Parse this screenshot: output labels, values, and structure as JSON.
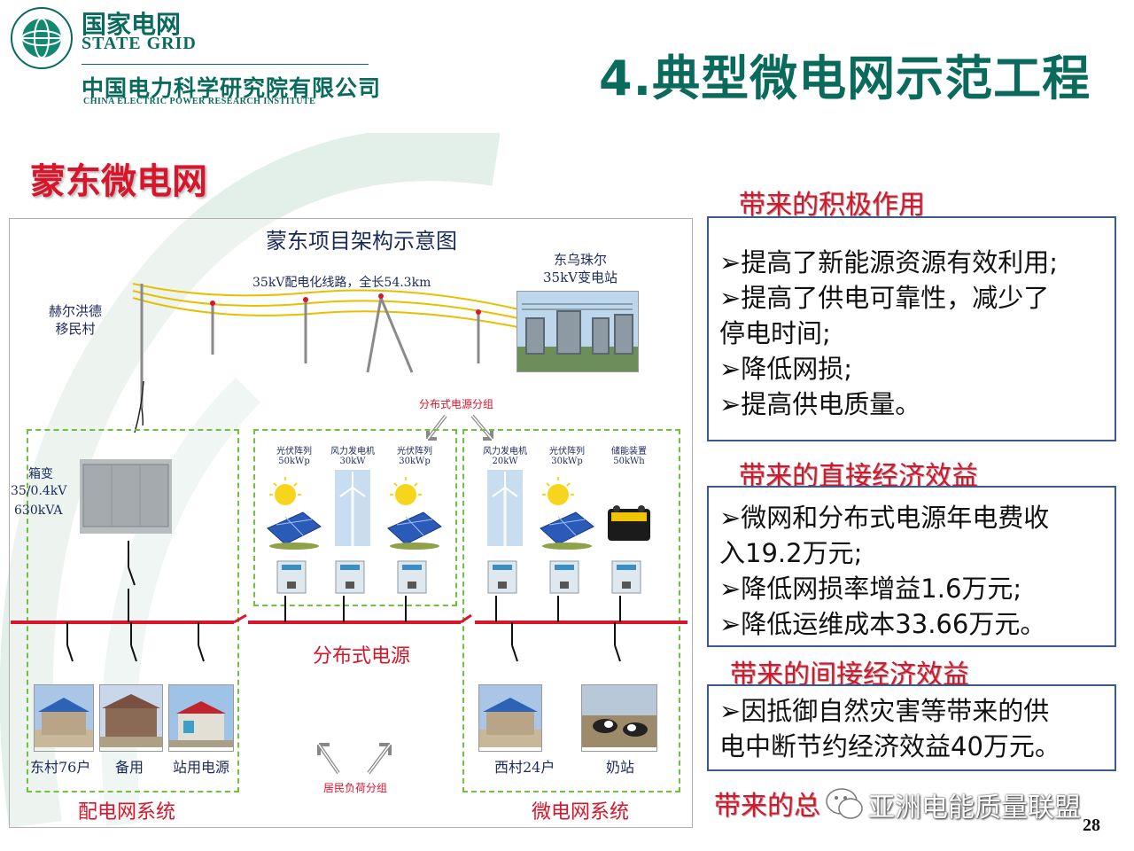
{
  "header": {
    "logo_cn": "国家电网",
    "logo_en": "STATE GRID",
    "institute_cn": "中国电力科学研究院有限公司",
    "institute_en": "CHINA ELECTRIC POWER RESEARCH INSTITUTE"
  },
  "title": "4.典型微电网示范工程",
  "section_title": "蒙东微电网",
  "diagram": {
    "title": "蒙东项目架构示意图",
    "line_label": "35kV配电化线路，全长54.3km",
    "village_line1": "赫尔洪德",
    "village_line2": "移民村",
    "substation_line1": "东乌珠尔",
    "substation_line2": "35kV变电站",
    "dg_group_label": "分布式电源分组",
    "transformer_line1": "箱变",
    "transformer_line2": "35/0.4kV",
    "transformer_line3": "630kVA",
    "units": [
      {
        "name": "光伏阵列",
        "rating": "50kWp"
      },
      {
        "name": "风力发电机",
        "rating": "30kW"
      },
      {
        "name": "光伏阵列",
        "rating": "30kWp"
      },
      {
        "name": "风力发电机",
        "rating": "20kW"
      },
      {
        "name": "光伏阵列",
        "rating": "30kWp"
      },
      {
        "name": "储能装置",
        "rating": "50kWh"
      }
    ],
    "dg_label": "分布式电源",
    "loads": [
      "东村76户",
      "备用",
      "站用电源",
      "西村24户",
      "奶站"
    ],
    "load_group_label": "居民负荷分组",
    "dist_system_label": "配电网系统",
    "micro_system_label": "微电网系统"
  },
  "benefits": {
    "positive_title": "带来的积极作用",
    "positive_lines": [
      "➢提高了新能源资源有效利用;",
      "➢提高了供电可靠性，减少了",
      "停电时间;",
      "➢降低网损;",
      "➢提高供电质量。"
    ],
    "direct_title": "带来的直接经济效益",
    "direct_lines": [
      "➢微网和分布式电源年电费收",
      "入19.2万元;",
      "➢降低网损率增益1.6万元;",
      "➢降低运维成本33.66万元。"
    ],
    "indirect_title": "带来的间接经济效益",
    "indirect_lines": [
      "➢因抵御自然灾害等带来的供",
      "电中断节约经济效益40万元。"
    ],
    "total_title": "带来的总"
  },
  "watermark": "亚洲电能质量联盟",
  "page_number": "28",
  "colors": {
    "brand_green": "#0a6a5c",
    "accent_red": "#d8152a",
    "box_border": "#3a5a8a",
    "dash_green": "#6fc043"
  }
}
